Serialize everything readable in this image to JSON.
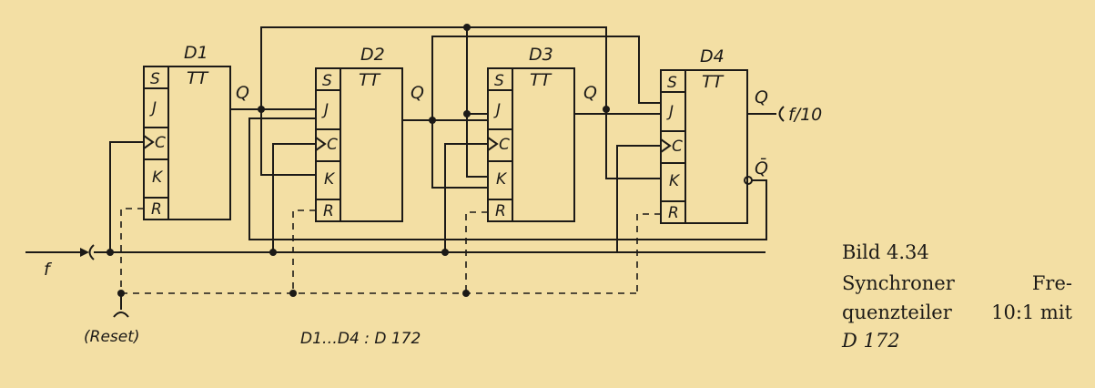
{
  "caption": {
    "title": "Bild 4.34",
    "line1a": "Synchroner",
    "line1b": "Fre-",
    "line2a": "quenzteiler",
    "line2b": "10:1 mit",
    "line3": "D 172"
  },
  "flipflops": [
    {
      "name": "D1",
      "type": "TT",
      "pins": [
        "S",
        "J",
        "C",
        "K",
        "R"
      ],
      "output": "Q"
    },
    {
      "name": "D2",
      "type": "TT",
      "pins": [
        "S",
        "J",
        "C",
        "K",
        "R"
      ],
      "output": "Q"
    },
    {
      "name": "D3",
      "type": "TT",
      "pins": [
        "S",
        "J",
        "C",
        "K",
        "R"
      ],
      "output": "Q"
    },
    {
      "name": "D4",
      "type": "TT",
      "pins": [
        "S",
        "J",
        "C",
        "K",
        "R"
      ],
      "output": "Q",
      "output_inv": "Q̄"
    }
  ],
  "input_label": "f",
  "output_label": "f/10",
  "reset_label": "(Reset)",
  "parts_note": "D1…D4 : D 172"
}
